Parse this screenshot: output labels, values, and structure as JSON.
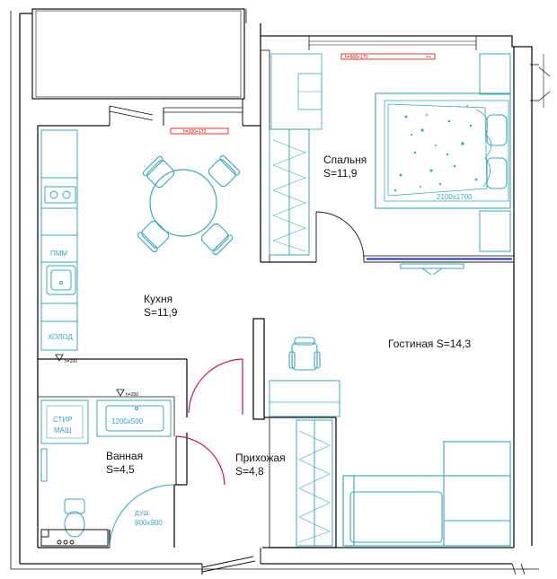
{
  "rooms": {
    "kitchen": {
      "name": "Кухня",
      "area": "S=11,9"
    },
    "bedroom": {
      "name": "Спальня",
      "area": "S=11,9"
    },
    "living": {
      "name": "Гостиная S=14,3"
    },
    "bathroom": {
      "name": "Ванная",
      "area": "S=4,5"
    },
    "hallway": {
      "name": "Прихожая",
      "area": "S=4,8"
    }
  },
  "fixtures": {
    "dishwasher": "ПММ",
    "fridge": "ХОЛОД",
    "washer_line1": "СТИР",
    "washer_line2": "МАШ",
    "bathtub_size": "1200х500",
    "shower_line1": "ДУШ",
    "shower_size": "900х900",
    "bed_size": "2100х1700"
  },
  "marks": {
    "kitchen_height": "h=200",
    "bath_height": "h=200",
    "radiator_kitchen": "h=500+170",
    "radiator_bedroom": "h=500+170"
  },
  "colors": {
    "wall": "#111111",
    "furniture": "#3aa7b9",
    "radiator": "#e2231a",
    "door": "#c2185b",
    "window_blue": "#2233aa"
  }
}
